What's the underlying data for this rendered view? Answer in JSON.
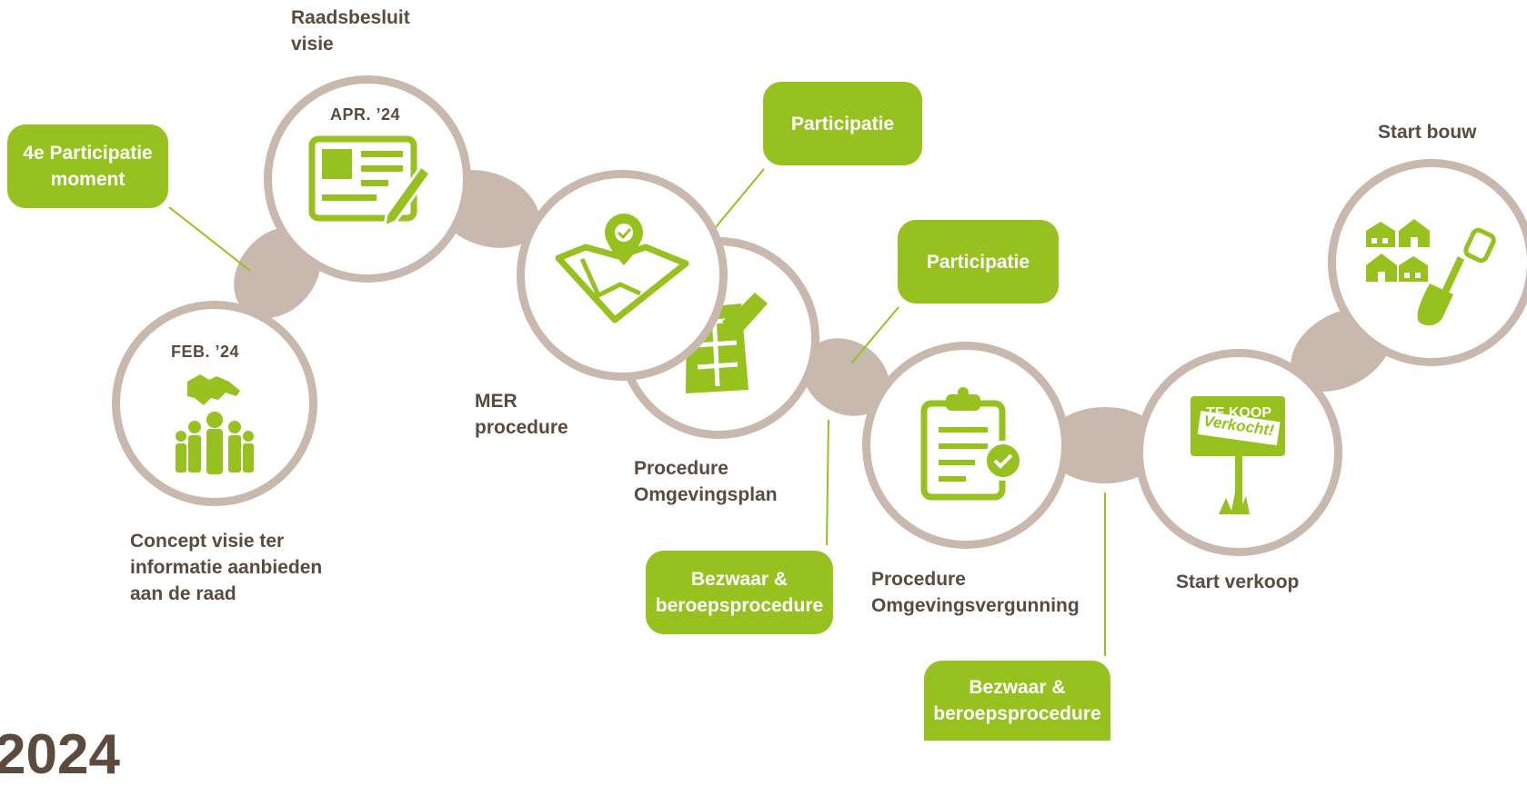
{
  "colors": {
    "green": "#96c11f",
    "taupe": "#c8b8ad",
    "text": "#5b4a3e",
    "white": "#ffffff"
  },
  "steps": [
    {
      "id": "feb24",
      "date": "FEB. ’24",
      "icon": "handshake-people-icon",
      "label": "Concept visie ter\ninformatie aanbieden\naan de raad"
    },
    {
      "id": "apr24",
      "date": "APR. ’24",
      "icon": "newspaper-pencil-icon",
      "label": "Raadsbesluit\nvisie"
    },
    {
      "id": "mer",
      "icon": "map-pin-icon",
      "label": "MER\nprocedure"
    },
    {
      "id": "omgevingsplan",
      "icon": "plan-check-icon",
      "label": "Procedure\nOmgevingsplan"
    },
    {
      "id": "omgevingsvergunning",
      "icon": "clipboard-check-icon",
      "label": "Procedure\nOmgevingsvergunning"
    },
    {
      "id": "verkoop",
      "icon": "for-sale-sign-icon",
      "label": "Start verkoop",
      "sign_text": "TE KOOP",
      "banner_text": "Verkocht!"
    },
    {
      "id": "bouw",
      "icon": "houses-shovel-icon",
      "label": "Start bouw"
    }
  ],
  "callouts": {
    "participatie_4e": "4e Participatie\nmoment",
    "participatie_mer": "Participatie",
    "participatie_plan": "Participatie",
    "bezwaar_plan": "Bezwaar &\nberoepsprocedure",
    "bezwaar_vergunning": "Bezwaar &\nberoepsprocedure"
  },
  "year_partial": "2024"
}
